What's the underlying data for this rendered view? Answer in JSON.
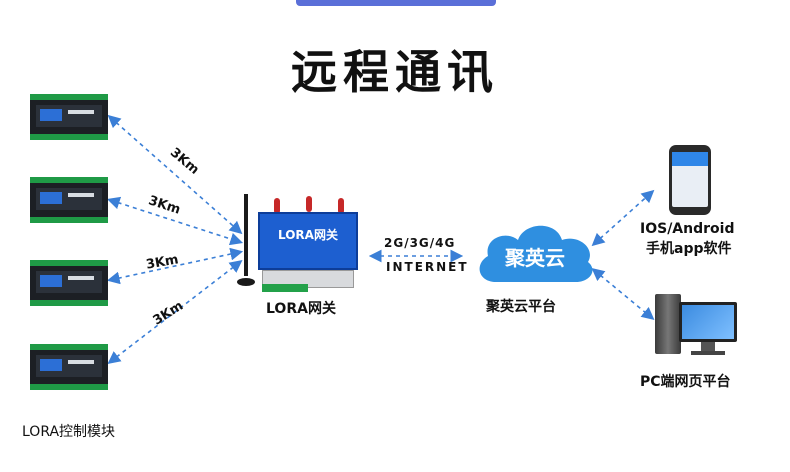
{
  "title": "远程通讯",
  "modules_label": "LORA控制模块",
  "distance_labels": [
    "3Km",
    "3Km",
    "3Km",
    "3Km"
  ],
  "gateway": {
    "label": "LORA网关",
    "device_text": "LORA网关"
  },
  "link": {
    "top": "2G/3G/4G",
    "bottom": "INTERNET"
  },
  "cloud": {
    "text": "聚英云",
    "label": "聚英云平台"
  },
  "mobile": {
    "label_line1": "IOS/Android",
    "label_line2": "手机app软件"
  },
  "pc": {
    "label": "PC端网页平台"
  },
  "colors": {
    "arrow": "#3b7fd6",
    "cloud": "#2f8fe0",
    "device_blue": "#1d5fd0",
    "terminal_green": "#1f9a46"
  },
  "icons": [
    "lora-module-device",
    "gateway-device",
    "cloud-icon",
    "smartphone-icon",
    "desktop-computer-icon"
  ]
}
